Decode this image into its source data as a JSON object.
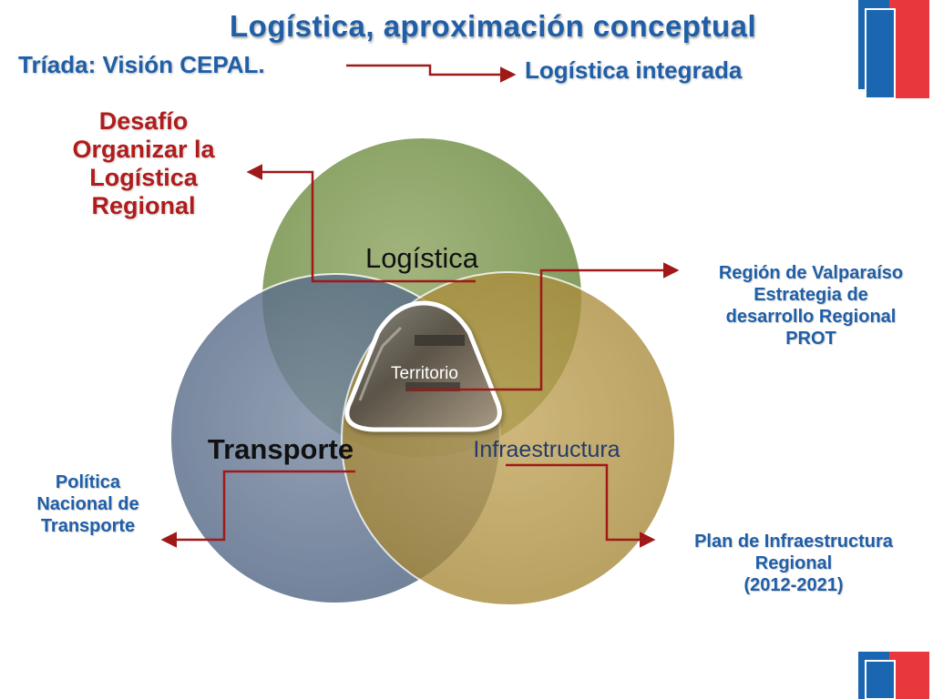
{
  "header": {
    "title": "Logística,  aproximación conceptual",
    "left_label": "Tríada: Visión CEPAL.",
    "right_label": "Logística integrada"
  },
  "venn": {
    "top": "Logística",
    "left": "Transporte",
    "right": "Infraestructura",
    "center": "Territorio"
  },
  "notes": {
    "challenge": [
      "Desafío",
      "Organizar la",
      "Logística",
      "Regional"
    ],
    "valparaiso": [
      "Región de Valparaíso",
      "Estrategia de",
      "desarrollo Regional",
      "PROT"
    ],
    "transport_policy": [
      "Política",
      "Nacional de",
      "Transporte"
    ],
    "infrastructure_plan": [
      "Plan de Infraestructura",
      "Regional",
      "(2012-2021)"
    ]
  },
  "colors": {
    "title_blue": "#1f5fa8",
    "accent_red": "#b01c1c",
    "circle_logistica": "#6f8c45",
    "circle_transporte": "#4d6280",
    "circle_infraestructura": "#a88a2e",
    "arrow_red": "#a01818"
  },
  "icons": {
    "logo": "chile-flag-logo-icon",
    "arrow": "arrow-right-icon"
  }
}
